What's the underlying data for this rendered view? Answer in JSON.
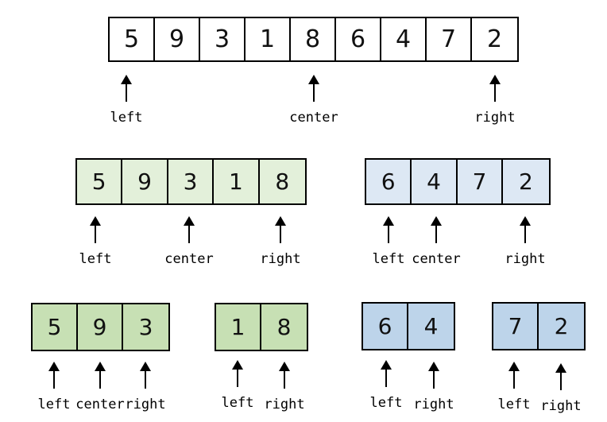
{
  "rows": [
    {
      "id": "level-0",
      "values": [
        "5",
        "9",
        "3",
        "1",
        "8",
        "6",
        "4",
        "7",
        "2"
      ],
      "pointers": [
        "left",
        "center",
        "right"
      ]
    },
    {
      "id": "level-1-left",
      "values": [
        "5",
        "9",
        "3",
        "1",
        "8"
      ],
      "pointers": [
        "left",
        "center",
        "right"
      ]
    },
    {
      "id": "level-1-right",
      "values": [
        "6",
        "4",
        "7",
        "2"
      ],
      "pointers": [
        "left",
        "center",
        "right"
      ]
    },
    {
      "id": "level-2-a",
      "values": [
        "5",
        "9",
        "3"
      ],
      "pointers": [
        "left",
        "center",
        "right"
      ]
    },
    {
      "id": "level-2-b",
      "values": [
        "1",
        "8"
      ],
      "pointers": [
        "left",
        "right"
      ]
    },
    {
      "id": "level-2-c",
      "values": [
        "6",
        "4"
      ],
      "pointers": [
        "left",
        "right"
      ]
    },
    {
      "id": "level-2-d",
      "values": [
        "7",
        "2"
      ],
      "pointers": [
        "left",
        "right"
      ]
    }
  ],
  "colors": {
    "level1_left": "#e3f0da",
    "level1_right": "#dde8f4",
    "level2_left": "#c7e0b4",
    "level2_right": "#bdd4ea"
  }
}
